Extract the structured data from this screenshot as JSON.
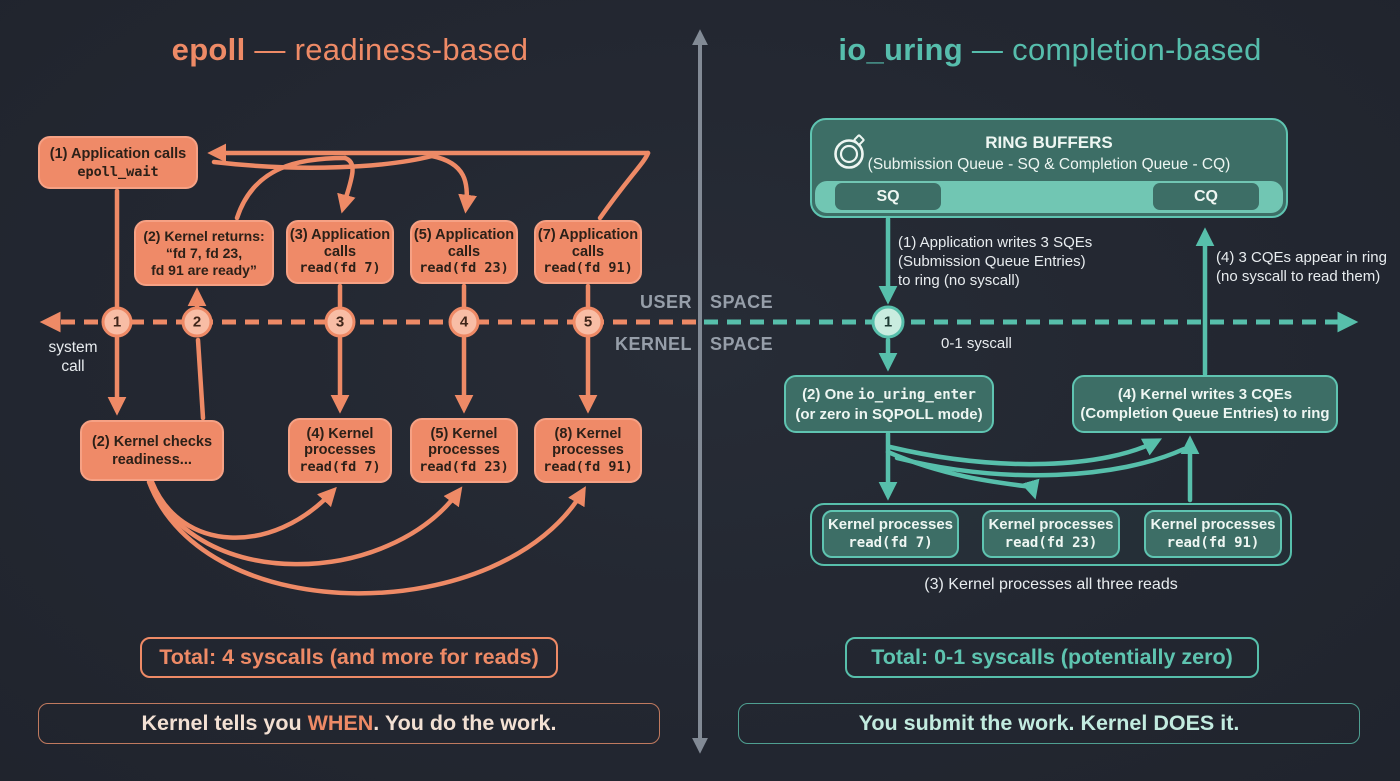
{
  "colors": {
    "background": "#232731",
    "salmon_accent": "#ee8a66",
    "salmon_box_fill": "#ef8a68",
    "teal_accent": "#57bfab",
    "teal_box_fill": "#3d6e66",
    "teal_bar_fill": "#71c6b3",
    "axis_gray": "#969ea9",
    "white_text": "#e8ecef"
  },
  "left": {
    "title": {
      "strong": "epoll",
      "rest": " — readiness-based"
    },
    "app_calls": {
      "l1": "(1) Application calls",
      "code": "epoll_wait"
    },
    "kernel_returns": {
      "l1": "(2) Kernel returns:",
      "l2": "“fd 7, fd 23,",
      "l3": "fd 91 are ready”"
    },
    "read_calls": [
      {
        "l1": "(3) Application",
        "l2": "calls",
        "code": "read(fd 7)"
      },
      {
        "l1": "(5) Application",
        "l2": "calls",
        "code": "read(fd 23)"
      },
      {
        "l1": "(7) Application",
        "l2": "calls",
        "code": "read(fd 91)"
      }
    ],
    "kernel_checks": {
      "l1": "(2) Kernel checks",
      "l2": "readiness..."
    },
    "kernel_reads": [
      {
        "l1": "(4) Kernel",
        "l2": "processes",
        "code": "read(fd 7)"
      },
      {
        "l1": "(5) Kernel",
        "l2": "processes",
        "code": "read(fd 23)"
      },
      {
        "l1": "(8) Kernel",
        "l2": "processes",
        "code": "read(fd 91)"
      }
    ],
    "markers": [
      "1",
      "2",
      "3",
      "4",
      "5"
    ],
    "system_call": {
      "l1": "system",
      "l2": "call"
    },
    "total": "Total: 4 syscalls (and more for reads)",
    "statement": {
      "pre": "Kernel tells you ",
      "highlight": "WHEN",
      "post": ". You do the work."
    }
  },
  "axis": {
    "user": "USER",
    "space_top": "SPACE",
    "kernel": "KERNEL",
    "space_bottom": "SPACE"
  },
  "right": {
    "title": {
      "strong": "io_uring",
      "rest": " — completion-based"
    },
    "ring": {
      "title": "RING BUFFERS",
      "subtitle": "(Submission Queue - SQ & Completion Queue - CQ)",
      "sq": "SQ",
      "cq": "CQ"
    },
    "marker": "1",
    "ann_sqe": {
      "l1": "(1) Application writes 3 SQEs",
      "l2": "(Submission Queue Entries)",
      "l3": "to ring (no syscall)"
    },
    "ann_cqe": {
      "l1": "(4) 3 CQEs appear in ring",
      "l2": "(no syscall to read them)"
    },
    "syscall_note": "0-1 syscall",
    "enter_box": {
      "pre": "(2) One ",
      "code": "io_uring_enter",
      "l2": "(or zero in SQPOLL mode)"
    },
    "writes_box": {
      "l1": "(4) Kernel writes 3 CQEs",
      "l2": "(Completion Queue Entries) to ring"
    },
    "kernel_reads": [
      {
        "l1": "Kernel processes",
        "code": "read(fd 7)"
      },
      {
        "l1": "Kernel processes",
        "code": "read(fd 23)"
      },
      {
        "l1": "Kernel processes",
        "code": "read(fd 91)"
      }
    ],
    "caption": "(3) Kernel processes all three reads",
    "total": "Total: 0-1 syscalls (potentially zero)",
    "statement": "You submit the work. Kernel DOES it."
  }
}
